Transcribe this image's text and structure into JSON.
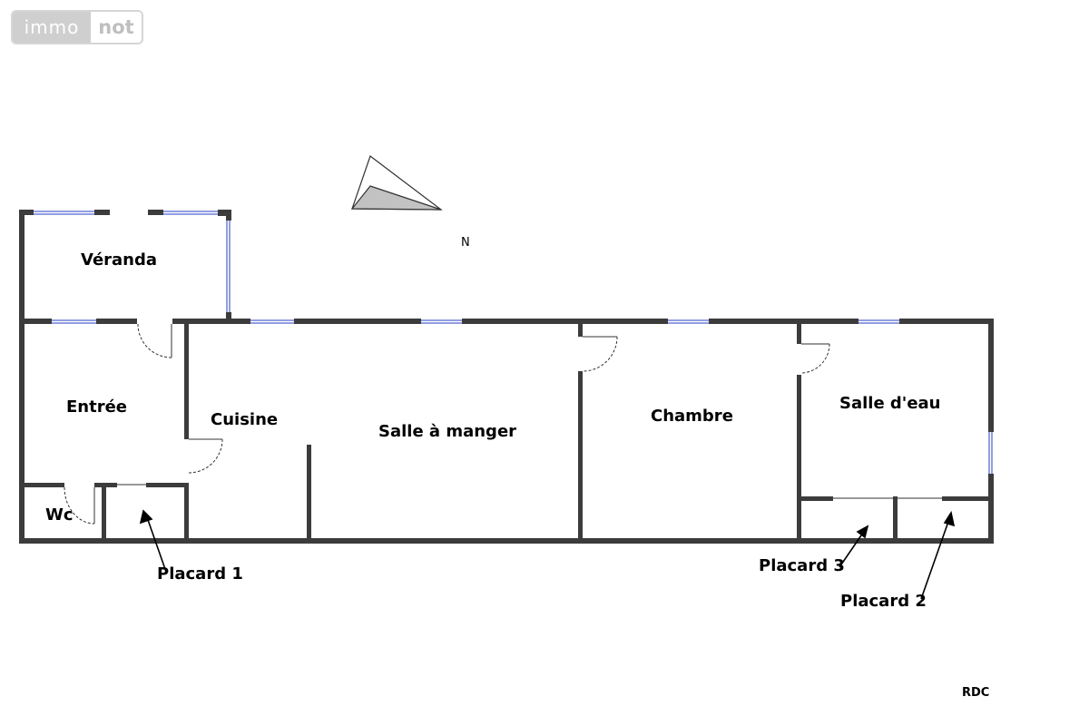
{
  "logo": {
    "part1": "immo",
    "part2": "not"
  },
  "compass": {
    "label": "N"
  },
  "rooms": {
    "veranda": "Véranda",
    "entree": "Entrée",
    "cuisine": "Cuisine",
    "salle_a_manger": "Salle à manger",
    "chambre": "Chambre",
    "salle_deau": "Salle d'eau",
    "wc": "Wc"
  },
  "annotations": {
    "placard1": "Placard 1",
    "placard2": "Placard 2",
    "placard3": "Placard 3"
  },
  "floor_label": "RDC",
  "colors": {
    "wall": "#3c3c3c",
    "window": "#6f7fd8",
    "compass_fill": "#c2c2c2"
  }
}
